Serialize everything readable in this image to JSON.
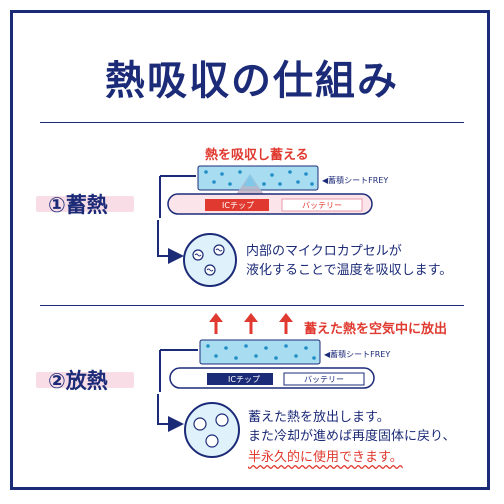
{
  "title": "熱吸収の仕組み",
  "colors": {
    "navy": "#1c2b78",
    "red": "#e03a30",
    "pink": "#f8dde6",
    "sheet_blue": "#a8dcf0"
  },
  "section1": {
    "label": "①蓄熱",
    "heading": "熱を吸収し蓄える",
    "sheet_label": "◀蓄積シートFREY",
    "chip_label": "ICチップ",
    "battery_label": "バッテリー",
    "desc_line1": "内部のマイクロカプセルが",
    "desc_line2": "液化することで温度を吸収します。"
  },
  "section2": {
    "label": "②放熱",
    "heading": "蓄えた熱を空気中に放出",
    "sheet_label": "◀蓄積シートFREY",
    "chip_label": "ICチップ",
    "battery_label": "バッテリー",
    "desc_line1": "蓄えた熱を放出します。",
    "desc_line2": "また冷却が進めば再度固体に戻り、",
    "desc_line3": "半永久的に使用できます。"
  }
}
